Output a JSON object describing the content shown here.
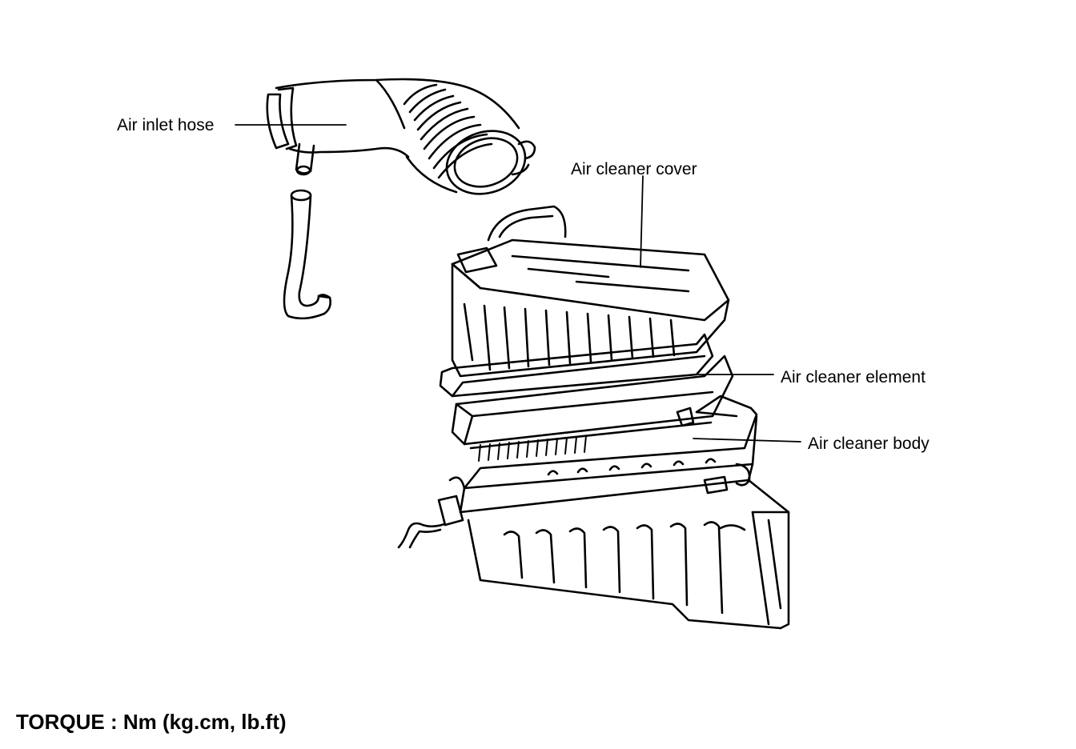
{
  "labels": {
    "air_inlet_hose": "Air inlet hose",
    "air_cleaner_cover": "Air cleaner cover",
    "air_cleaner_element": "Air cleaner element",
    "air_cleaner_body": "Air cleaner body"
  },
  "torque_note": "TORQUE : Nm (kg.cm, lb.ft)",
  "colors": {
    "ink": "#000000",
    "paper": "#ffffff"
  }
}
